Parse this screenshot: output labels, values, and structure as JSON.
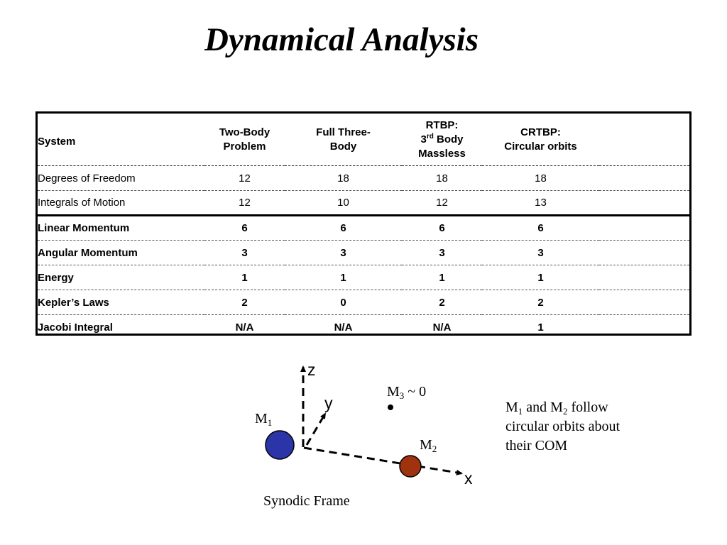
{
  "title": "Dynamical Analysis",
  "table": {
    "header": {
      "system": "System",
      "col1": [
        "Two-Body",
        "Problem"
      ],
      "col2": [
        "Full Three-",
        "Body"
      ],
      "col3_line1": "RTBP:",
      "col3_line2_num": "3",
      "col3_line2_sup": "rd",
      "col3_line2_rest": " Body",
      "col3_line3": "Massless",
      "col4": [
        "CRTBP:",
        "Circular orbits"
      ]
    },
    "rows": [
      {
        "label": "Degrees of Freedom",
        "values": [
          "12",
          "18",
          "18",
          "18"
        ]
      },
      {
        "label": "Integrals of Motion",
        "values": [
          "12",
          "10",
          "12",
          "13"
        ]
      },
      {
        "label": "Linear Momentum",
        "values": [
          "6",
          "6",
          "6",
          "6"
        ]
      },
      {
        "label": "Angular Momentum",
        "values": [
          "3",
          "3",
          "3",
          "3"
        ]
      },
      {
        "label": "Energy",
        "values": [
          "1",
          "1",
          "1",
          "1"
        ]
      },
      {
        "label": "Kepler’s Laws",
        "values": [
          "2",
          "0",
          "2",
          "2"
        ]
      },
      {
        "label": "Jacobi Integral",
        "values": [
          "N/A",
          "N/A",
          "N/A",
          "1"
        ]
      }
    ]
  },
  "diagram": {
    "axis_z": "z",
    "axis_y": "y",
    "axis_x": "x",
    "m1": {
      "base": "M",
      "sub": "1"
    },
    "m2": {
      "base": "M",
      "sub": "2"
    },
    "m3": {
      "base": "M",
      "sub": "3",
      "rest": " ~ 0"
    },
    "frame_caption": "Synodic Frame",
    "note": {
      "m1": "M",
      "m1_sub": "1",
      "and": " and M",
      "m2_sub": "2",
      "line1_rest": " follow",
      "line2": "circular orbits about",
      "line3": "their COM"
    },
    "colors": {
      "m1": "#2b35a8",
      "m2": "#a0330f"
    }
  }
}
